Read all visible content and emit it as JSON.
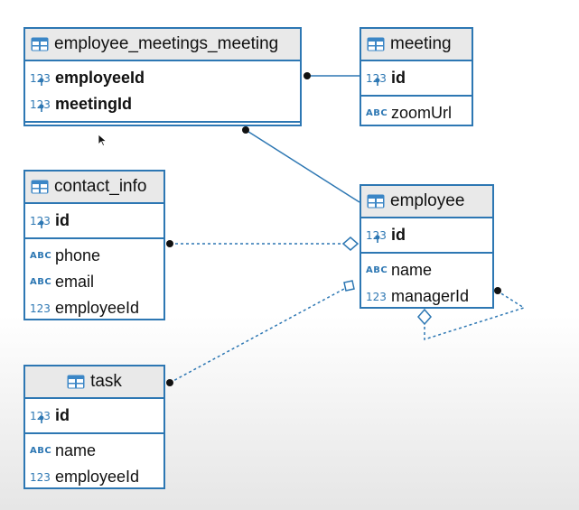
{
  "colors": {
    "accent": "#2d77b3",
    "header_bg": "#e9e9e9"
  },
  "icons": {
    "table": "table-icon",
    "int_key": "numeric-key-icon",
    "text": "text-type-icon",
    "int": "numeric-type-icon"
  },
  "tables": {
    "employee_meetings_meeting": {
      "name": "employee_meetings_meeting",
      "columns": [
        {
          "name": "employeeId",
          "type_label": "123",
          "key": true
        },
        {
          "name": "meetingId",
          "type_label": "123",
          "key": true
        }
      ]
    },
    "meeting": {
      "name": "meeting",
      "columns": [
        {
          "name": "id",
          "type_label": "123",
          "key": true
        },
        {
          "name": "zoomUrl",
          "type_label": "ABC",
          "key": false
        }
      ]
    },
    "contact_info": {
      "name": "contact_info",
      "columns": [
        {
          "name": "id",
          "type_label": "123",
          "key": true
        },
        {
          "name": "phone",
          "type_label": "ABC",
          "key": false
        },
        {
          "name": "email",
          "type_label": "ABC",
          "key": false
        },
        {
          "name": "employeeId",
          "type_label": "123",
          "key": false
        }
      ]
    },
    "employee": {
      "name": "employee",
      "columns": [
        {
          "name": "id",
          "type_label": "123",
          "key": true
        },
        {
          "name": "name",
          "type_label": "ABC",
          "key": false
        },
        {
          "name": "managerId",
          "type_label": "123",
          "key": false
        }
      ]
    },
    "task": {
      "name": "task",
      "columns": [
        {
          "name": "id",
          "type_label": "123",
          "key": true
        },
        {
          "name": "name",
          "type_label": "ABC",
          "key": false
        },
        {
          "name": "employeeId",
          "type_label": "123",
          "key": false
        }
      ]
    }
  }
}
